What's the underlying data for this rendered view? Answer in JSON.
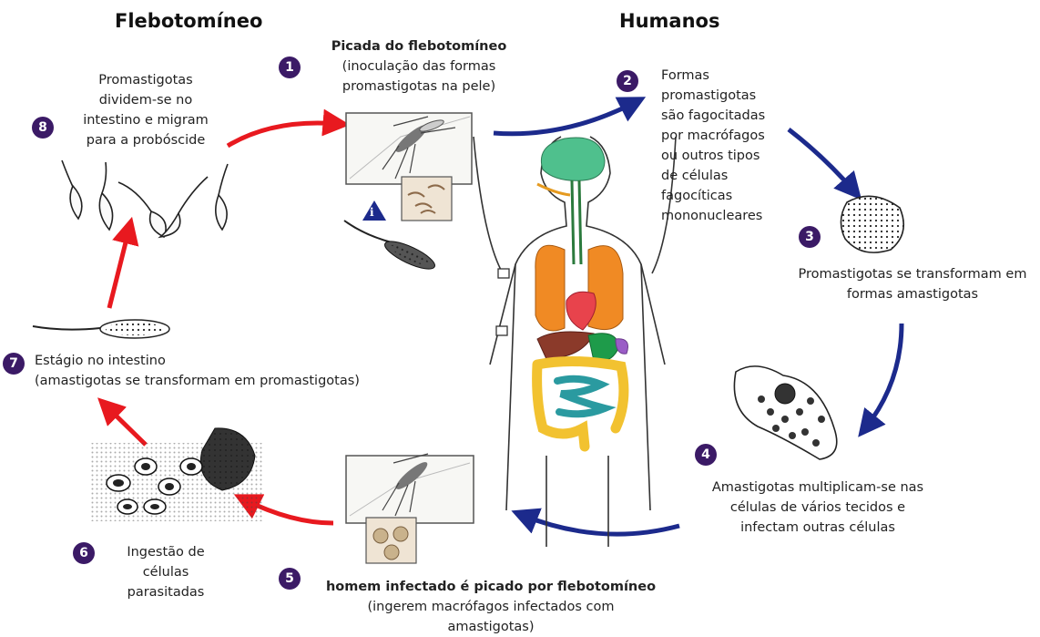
{
  "headers": {
    "left": "Flebotomíneo",
    "right": "Humanos"
  },
  "steps": {
    "s1": {
      "num": "1",
      "title": "Picada do flebotomíneo",
      "line1": "(inoculação das formas",
      "line2": "promastigotas na pele)"
    },
    "s2": {
      "num": "2",
      "lines": [
        "Formas",
        "promastigotas",
        "são fagocitadas",
        "por macrófagos",
        "ou outros tipos",
        "de células",
        "fagocíticas",
        "mononucleares"
      ]
    },
    "s3": {
      "num": "3",
      "line1": "Promastigotas se transformam  em",
      "line2": "formas amastigotas"
    },
    "s4": {
      "num": "4",
      "line1": "Amastigotas multiplicam-se nas",
      "line2": "células de vários tecidos e",
      "line3": "infectam outras células"
    },
    "s5": {
      "num": "5",
      "title": "homem infectado é picado por flebotomíneo",
      "line1": "(ingerem macrófagos infectados com",
      "line2": "amastigotas)"
    },
    "s6": {
      "num": "6",
      "line1": "Ingestão de",
      "line2": "células",
      "line3": "parasitadas"
    },
    "s7": {
      "num": "7",
      "line1": "Estágio no intestino",
      "line2": "(amastigotas se transformam em promastigotas)"
    },
    "s8": {
      "num": "8",
      "line1": "Promastigotas",
      "line2": "dividem-se no",
      "line3": "intestino e migram",
      "line4": "para a probóscide"
    }
  },
  "markers": {
    "infective_stage": "i"
  },
  "colors": {
    "vector_arrow": "#e8191f",
    "human_arrow": "#1c2a8c",
    "badge": "#3b1a66",
    "brain": "#4fc08d",
    "lungs": "#f08a24",
    "heart": "#e8434c",
    "liver": "#8b3a2a",
    "stomach": "#1e9b4a",
    "spleen": "#9a5cc6",
    "intestine_large": "#f2c230",
    "intestine_small": "#2a9aa0"
  }
}
